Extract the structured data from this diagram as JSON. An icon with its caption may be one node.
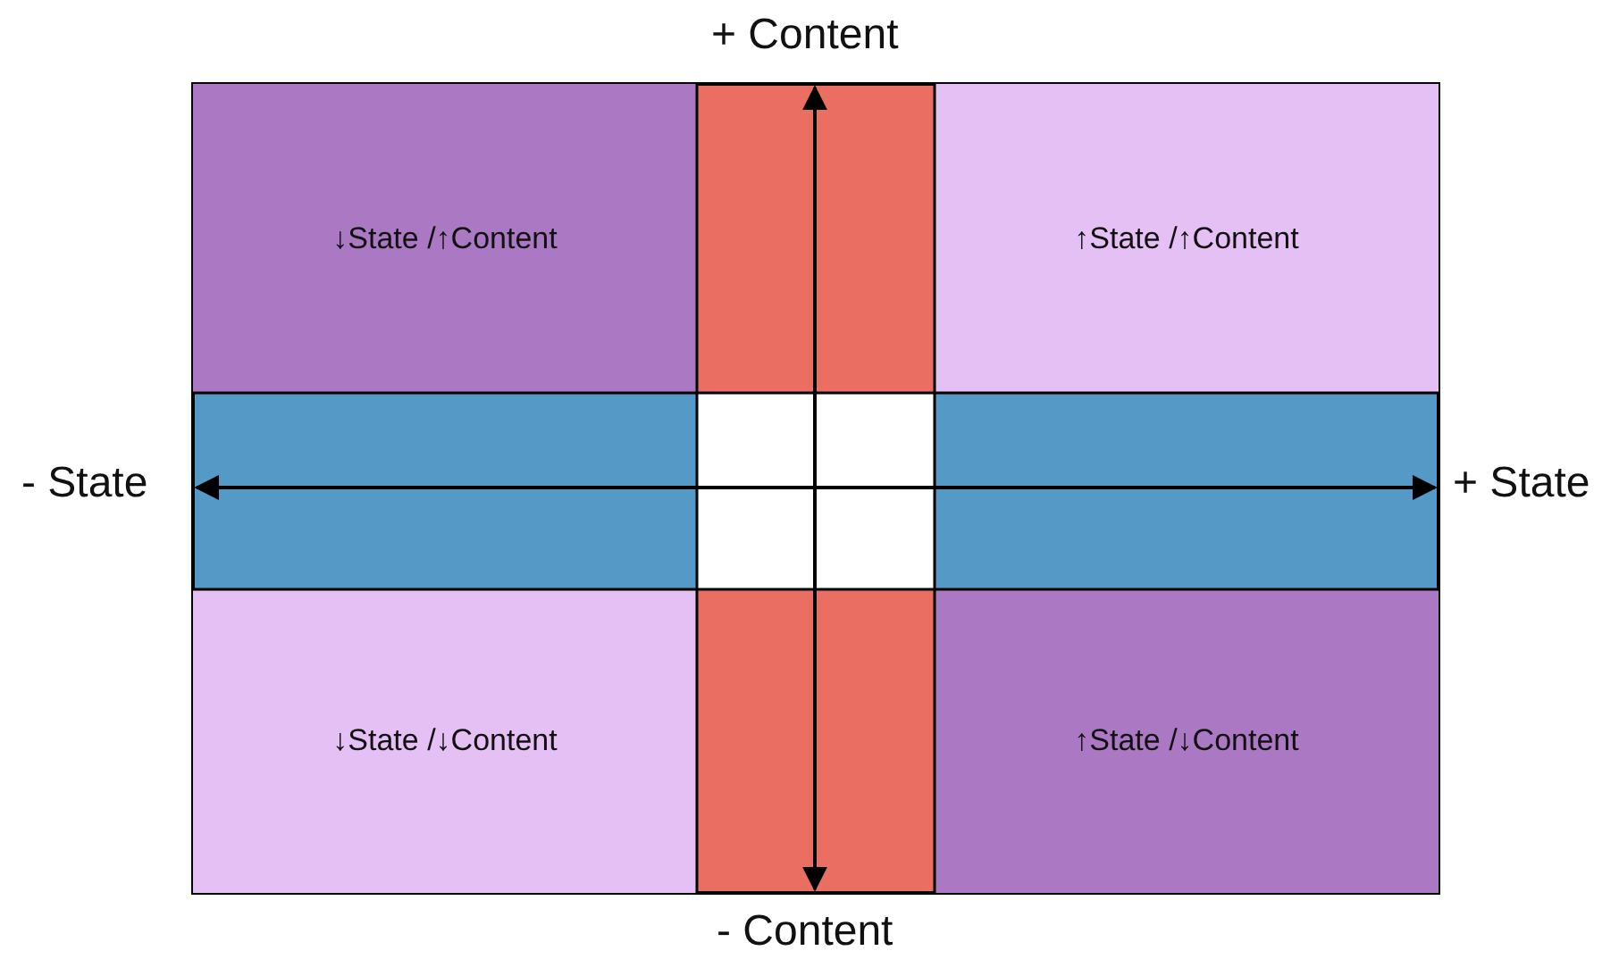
{
  "diagram": {
    "nodes": [
      {
        "text": [
          "↓State /↑Content"
        ]
      },
      {
        "text": [
          "↑State /↑Content"
        ]
      },
      {
        "text": [
          "↓State /↓Content"
        ]
      },
      {
        "text": [
          "↑State /↓Content"
        ]
      }
    ],
    "labels": [
      "+ Content",
      "- State",
      "+ State",
      "- Content"
    ]
  }
}
